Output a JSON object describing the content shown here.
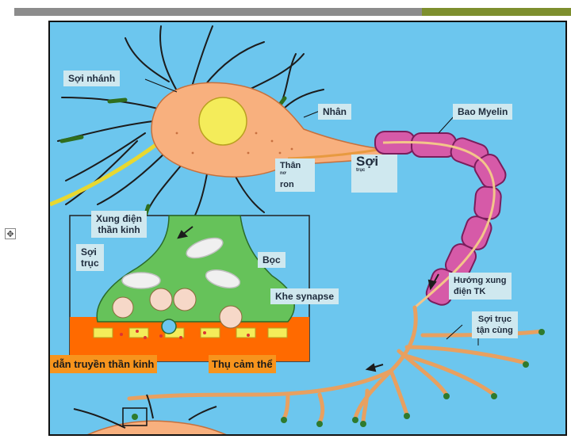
{
  "labels": {
    "soi_nhanh": "Sợi nhánh",
    "nhan": "Nhân",
    "bao_myelin": "Bao Myelin",
    "than_noron_1": "Thân",
    "than_noron_mid": "nơ",
    "than_noron_2": "ron",
    "soi_truc_big": "Sợi",
    "soi_truc_small": "trục",
    "xung_dien_1": "Xung điện",
    "xung_dien_2": "thần kinh",
    "soi_truc_inset_1": "Sợi",
    "soi_truc_inset_2": "trục",
    "boc": "Bọc",
    "khe_synapse": "Khe synapse",
    "huong_xung_1": "Hướng xung",
    "huong_xung_2": "điện TK",
    "soi_truc_tan_cung_1": "Sợi trục",
    "soi_truc_tan_cung_2": "tận cùng",
    "chat_dan_truyen": "Chất dẫn truyền thần kinh",
    "thu_cam_the": "Thụ cảm thể"
  },
  "icons": {
    "move_handle": "move-icon",
    "move_glyph": "✥"
  },
  "colors": {
    "background": "#6cc6ee",
    "soma": "#f8b07e",
    "nucleus": "#f4ec5a",
    "myelin": "#d65aa8",
    "vesicle_bulb": "#66c25a",
    "postsynaptic": "#ff6a00",
    "label_box": "#cfe8ef",
    "callout_orange": "#f7941d"
  }
}
